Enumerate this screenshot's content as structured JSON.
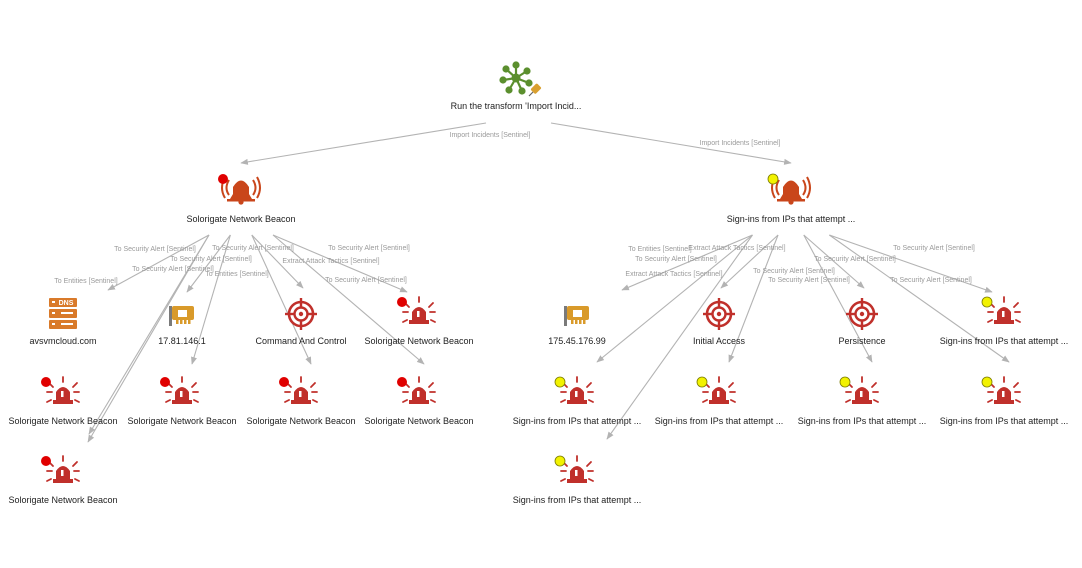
{
  "graph": {
    "colors": {
      "edge": "#b3b3b3",
      "edge_label": "#9a9a9a",
      "label": "#222222",
      "alert_bell": "#c9461b",
      "siren": "#c0302b",
      "dns": "#d97a2a",
      "nic": "#d99a2a",
      "target": "#c0302b",
      "transform": "#5b8f2e",
      "pin": "#d9a030",
      "dot_red": "#e00000",
      "dot_yellow": "#f2f200"
    },
    "nodes": [
      {
        "id": "root",
        "name": "transform-node",
        "label": "Run the transform 'Import Incid...",
        "icon": "transform-icon",
        "dot": null
      },
      {
        "id": "inc1",
        "name": "incident-solorigate",
        "label": "Solorigate Network Beacon",
        "icon": "alert-bell-icon",
        "dot": "red"
      },
      {
        "id": "inc2",
        "name": "incident-sign-ins",
        "label": "Sign-ins from IPs that attempt ...",
        "icon": "alert-bell-icon",
        "dot": "yellow"
      },
      {
        "id": "dns",
        "name": "dns-entity",
        "label": "avsvmcloud.com",
        "icon": "dns-icon",
        "dot": null
      },
      {
        "id": "ip1",
        "name": "ip-entity-1",
        "label": "17.81.146.1",
        "icon": "network-card-icon",
        "dot": null
      },
      {
        "id": "cc",
        "name": "tactic-command-and-control",
        "label": "Command And Control",
        "icon": "target-icon",
        "dot": null
      },
      {
        "id": "a1",
        "name": "security-alert-node",
        "label": "Solorigate Network Beacon",
        "icon": "siren-icon",
        "dot": "red"
      },
      {
        "id": "a2",
        "name": "security-alert-node",
        "label": "Solorigate Network Beacon",
        "icon": "siren-icon",
        "dot": "red"
      },
      {
        "id": "a3",
        "name": "security-alert-node",
        "label": "Solorigate Network Beacon",
        "icon": "siren-icon",
        "dot": "red"
      },
      {
        "id": "a4",
        "name": "security-alert-node",
        "label": "Solorigate Network Beacon",
        "icon": "siren-icon",
        "dot": "red"
      },
      {
        "id": "a5",
        "name": "security-alert-node",
        "label": "Solorigate Network Beacon",
        "icon": "siren-icon",
        "dot": "red"
      },
      {
        "id": "a6",
        "name": "security-alert-node",
        "label": "Solorigate Network Beacon",
        "icon": "siren-icon",
        "dot": "red"
      },
      {
        "id": "ip2",
        "name": "ip-entity-2",
        "label": "175.45.176.99",
        "icon": "network-card-icon",
        "dot": null
      },
      {
        "id": "ia",
        "name": "tactic-initial-access",
        "label": "Initial Access",
        "icon": "target-icon",
        "dot": null
      },
      {
        "id": "per",
        "name": "tactic-persistence",
        "label": "Persistence",
        "icon": "target-icon",
        "dot": null
      },
      {
        "id": "b1",
        "name": "security-alert-node",
        "label": "Sign-ins from IPs that attempt ...",
        "icon": "siren-icon",
        "dot": "yellow"
      },
      {
        "id": "b2",
        "name": "security-alert-node",
        "label": "Sign-ins from IPs that attempt ...",
        "icon": "siren-icon",
        "dot": "yellow"
      },
      {
        "id": "b3",
        "name": "security-alert-node",
        "label": "Sign-ins from IPs that attempt ...",
        "icon": "siren-icon",
        "dot": "yellow"
      },
      {
        "id": "b4",
        "name": "security-alert-node",
        "label": "Sign-ins from IPs that attempt ...",
        "icon": "siren-icon",
        "dot": "yellow"
      },
      {
        "id": "b5",
        "name": "security-alert-node",
        "label": "Sign-ins from IPs that attempt ...",
        "icon": "siren-icon",
        "dot": "yellow"
      },
      {
        "id": "b6",
        "name": "security-alert-node",
        "label": "Sign-ins from IPs that attempt ...",
        "icon": "siren-icon",
        "dot": "yellow"
      }
    ],
    "edges": [
      {
        "from": "root",
        "to": "inc1",
        "label": "Import Incidents [Sentinel]"
      },
      {
        "from": "root",
        "to": "inc2",
        "label": "Import Incidents [Sentinel]"
      },
      {
        "from": "inc1",
        "to": "dns",
        "label": "To Entities [Sentinel]"
      },
      {
        "from": "inc1",
        "to": "ip1",
        "label": "To Entities [Sentinel]"
      },
      {
        "from": "inc1",
        "to": "cc",
        "label": "Extract Attack Tactics [Sentinel]"
      },
      {
        "from": "inc1",
        "to": "a1",
        "label": "To Security Alert [Sentinel]"
      },
      {
        "from": "inc1",
        "to": "a2",
        "label": "To Security Alert [Sentinel]"
      },
      {
        "from": "inc1",
        "to": "a3",
        "label": "To Security Alert [Sentinel]"
      },
      {
        "from": "inc1",
        "to": "a4",
        "label": "To Security Alert [Sentinel]"
      },
      {
        "from": "inc1",
        "to": "a5",
        "label": "To Security Alert [Sentinel]"
      },
      {
        "from": "inc1",
        "to": "a6",
        "label": "To Security Alert [Sentinel]"
      },
      {
        "from": "inc2",
        "to": "ip2",
        "label": "To Entities [Sentinel]"
      },
      {
        "from": "inc2",
        "to": "ia",
        "label": "Extract Attack Tactics [Sentinel]"
      },
      {
        "from": "inc2",
        "to": "per",
        "label": "Extract Attack Tactics [Sentinel]"
      },
      {
        "from": "inc2",
        "to": "b1",
        "label": "To Security Alert [Sentinel]"
      },
      {
        "from": "inc2",
        "to": "b2",
        "label": "To Security Alert [Sentinel]"
      },
      {
        "from": "inc2",
        "to": "b3",
        "label": "To Security Alert [Sentinel]"
      },
      {
        "from": "inc2",
        "to": "b4",
        "label": "To Security Alert [Sentinel]"
      },
      {
        "from": "inc2",
        "to": "b5",
        "label": "To Security Alert [Sentinel]"
      },
      {
        "from": "inc2",
        "to": "b6",
        "label": "To Security Alert [Sentinel]"
      }
    ]
  }
}
